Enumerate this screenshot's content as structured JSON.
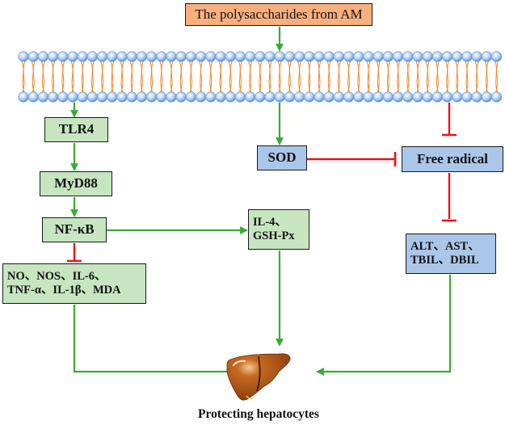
{
  "title": "The polysaccharides from AM",
  "nodes": {
    "tlr4": "TLR4",
    "myd88": "MyD88",
    "nfkb": "NF-κB",
    "inflammatory_line1": "NO、NOS、IL-6、",
    "inflammatory_line2": "TNF-α、IL-1β、MDA",
    "il4_line1": "IL-4、",
    "il4_line2": "GSH-Px",
    "sod": "SOD",
    "free_radical": "Free radical",
    "liver_enzymes_line1": "ALT、AST、",
    "liver_enzymes_line2": "TBIL、DBIL"
  },
  "outcome": "Protecting hepatocytes",
  "colors": {
    "activation_arrow": "#3aaa35",
    "inhibition": "#e8131a",
    "green_box": "#c6e5c0",
    "blue_box": "#aac6e8",
    "orange_box": "#f9b07e",
    "membrane_head": "#6fa0dc",
    "membrane_tail": "#f08a2c",
    "liver": "#b5561a"
  },
  "edges": [
    {
      "from": "title",
      "to": "membrane",
      "type": "activation"
    },
    {
      "from": "membrane",
      "to": "tlr4",
      "type": "activation"
    },
    {
      "from": "tlr4",
      "to": "myd88",
      "type": "activation"
    },
    {
      "from": "myd88",
      "to": "nfkb",
      "type": "activation"
    },
    {
      "from": "nfkb",
      "to": "inflammatory",
      "type": "inhibition"
    },
    {
      "from": "nfkb",
      "to": "il4",
      "type": "activation"
    },
    {
      "from": "membrane",
      "to": "sod",
      "type": "activation"
    },
    {
      "from": "membrane",
      "to": "free_radical",
      "type": "inhibition"
    },
    {
      "from": "sod",
      "to": "free_radical",
      "type": "inhibition"
    },
    {
      "from": "free_radical",
      "to": "liver_enzymes",
      "type": "inhibition"
    },
    {
      "from": "inflammatory",
      "to": "liver",
      "type": "activation"
    },
    {
      "from": "il4",
      "to": "liver",
      "type": "activation"
    },
    {
      "from": "liver_enzymes",
      "to": "liver",
      "type": "activation"
    }
  ]
}
